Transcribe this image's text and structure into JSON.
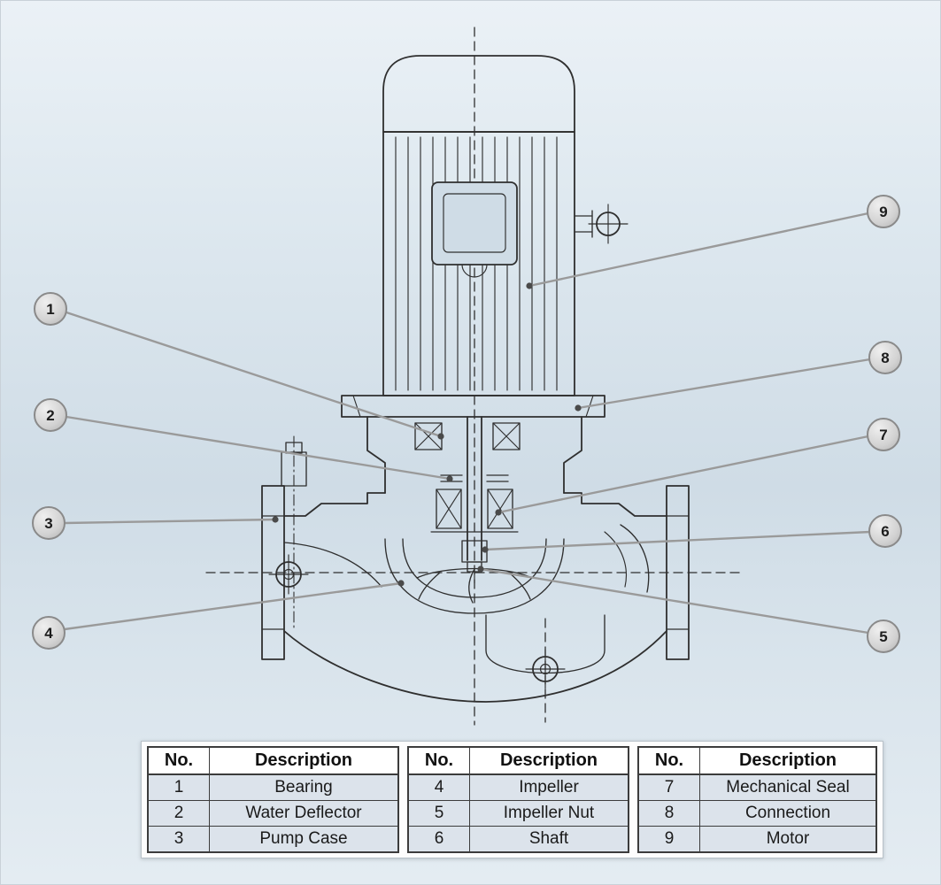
{
  "colors": {
    "bg_top": "#ebf1f6",
    "bg_mid": "#cfdce6",
    "bg_bottom": "#e4ecf2",
    "line": "#2f2f2f",
    "leader": "#9a9a9a",
    "callout_stroke": "#8a8a8a",
    "table_border": "#3c3c3c",
    "table_row_bg": "#dce3eb"
  },
  "callouts": [
    {
      "num": "1"
    },
    {
      "num": "2"
    },
    {
      "num": "3"
    },
    {
      "num": "4"
    },
    {
      "num": "5"
    },
    {
      "num": "6"
    },
    {
      "num": "7"
    },
    {
      "num": "8"
    },
    {
      "num": "9"
    }
  ],
  "parts_tables": [
    {
      "headers": {
        "no": "No.",
        "description": "Description"
      },
      "rows": [
        {
          "no": "1",
          "description": "Bearing"
        },
        {
          "no": "2",
          "description": "Water Deflector"
        },
        {
          "no": "3",
          "description": "Pump Case"
        }
      ]
    },
    {
      "headers": {
        "no": "No.",
        "description": "Description"
      },
      "rows": [
        {
          "no": "4",
          "description": "Impeller"
        },
        {
          "no": "5",
          "description": "Impeller Nut"
        },
        {
          "no": "6",
          "description": "Shaft"
        }
      ]
    },
    {
      "headers": {
        "no": "No.",
        "description": "Description"
      },
      "rows": [
        {
          "no": "7",
          "description": "Mechanical Seal"
        },
        {
          "no": "8",
          "description": "Connection"
        },
        {
          "no": "9",
          "description": "Motor"
        }
      ]
    }
  ]
}
